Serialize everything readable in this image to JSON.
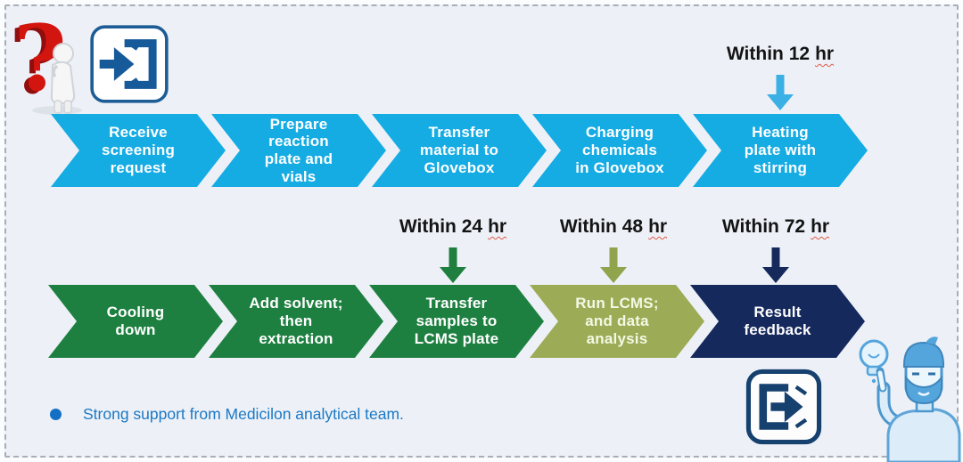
{
  "canvas": {
    "background": "#edf1f7",
    "border_color": "#a9aeb6"
  },
  "palette": {
    "process_blue": "#15abe3",
    "process_green": "#1e8040",
    "process_olive": "#9cab55",
    "process_navy": "#15295c",
    "footnote_blue": "#1b78c5"
  },
  "icons": {
    "question_figure": "thinking-person-with-question-mark",
    "login": "enter-door-arrow",
    "exit": "exit-door-arrow",
    "idea_person": "man-pointing-at-lightbulb"
  },
  "rows": [
    {
      "name": "screening-preparation-phase",
      "steps": [
        {
          "label": "Receive\nscreening\nrequest",
          "color": "#15abe3",
          "text_color": "#ffffff"
        },
        {
          "label": "Prepare\nreaction\nplate and\nvials",
          "color": "#15abe3",
          "text_color": "#ffffff"
        },
        {
          "label": "Transfer\nmaterial to\nGlovebox",
          "color": "#15abe3",
          "text_color": "#ffffff"
        },
        {
          "label": "Charging\nchemicals\nin Glovebox",
          "color": "#15abe3",
          "text_color": "#ffffff"
        },
        {
          "label": "Heating\nplate with\nstirring",
          "color": "#15abe3",
          "text_color": "#ffffff"
        }
      ]
    },
    {
      "name": "analysis-feedback-phase",
      "steps": [
        {
          "label": "Cooling\ndown",
          "color": "#1e8040",
          "text_color": "#ffffff"
        },
        {
          "label": "Add solvent;\nthen\nextraction",
          "color": "#1e8040",
          "text_color": "#ffffff"
        },
        {
          "label": "Transfer\nsamples to\nLCMS plate",
          "color": "#1e8040",
          "text_color": "#ffffff"
        },
        {
          "label": "Run LCMS;\nand data\nanalysis",
          "color": "#9cab55",
          "text_color": "#f4f8e6"
        },
        {
          "label": "Result\nfeedback",
          "color": "#15295c",
          "text_color": "#ffffff"
        }
      ]
    }
  ],
  "milestones": [
    {
      "prefix": "Within 12",
      "unit": "hr",
      "arrow_color": "#3bb0e4"
    },
    {
      "prefix": "Within 24",
      "unit": "hr",
      "arrow_color": "#1e7f3e"
    },
    {
      "prefix": "Within 48",
      "unit": "hr",
      "arrow_color": "#8fa44d"
    },
    {
      "prefix": "Within 72",
      "unit": "hr",
      "arrow_color": "#16295b"
    }
  ],
  "footnote": {
    "text": "Strong support from Medicilon analytical team.",
    "color": "#1b78c5"
  }
}
